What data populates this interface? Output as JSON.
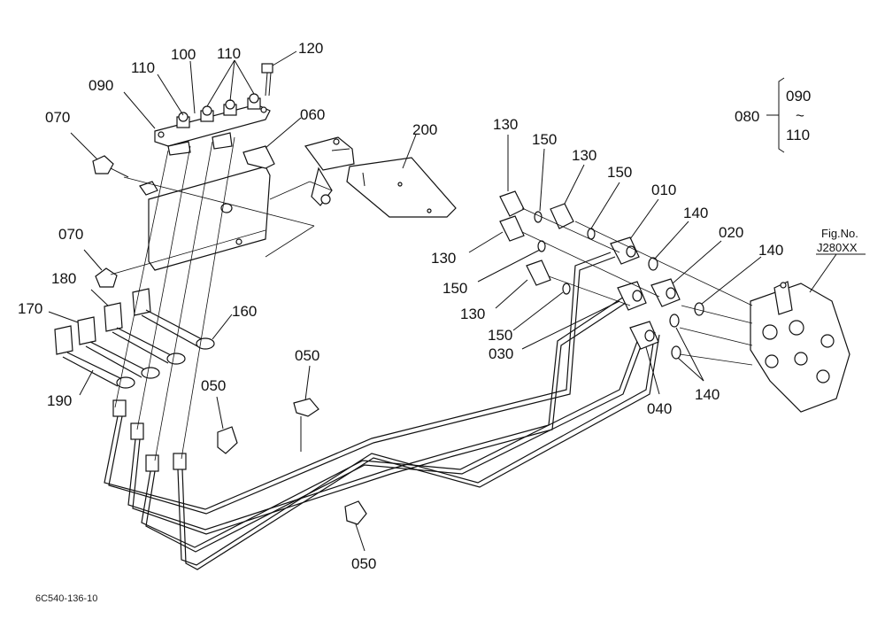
{
  "labels": {
    "p090": "090",
    "p110a": "110",
    "p100": "100",
    "p110b": "110",
    "p120": "120",
    "p070a": "070",
    "p060": "060",
    "p200": "200",
    "p070b": "070",
    "p180": "180",
    "p170": "170",
    "p160": "160",
    "p190": "190",
    "p050a": "050",
    "p050b": "050",
    "p050c": "050",
    "p130a": "130",
    "p150a": "150",
    "p130b": "130",
    "p150b": "150",
    "p010": "010",
    "p140a": "140",
    "p020": "020",
    "p140b": "140",
    "p130c": "130",
    "p150c": "150",
    "p130d": "130",
    "p150d": "150",
    "p030": "030",
    "p040": "040",
    "p140c": "140"
  },
  "legend": {
    "group": "080",
    "from": "090",
    "tilde": "~",
    "to": "110"
  },
  "figref": {
    "caption": "Fig.No.",
    "number": "J280XX"
  },
  "footer": {
    "code": "6C540-136-10"
  }
}
